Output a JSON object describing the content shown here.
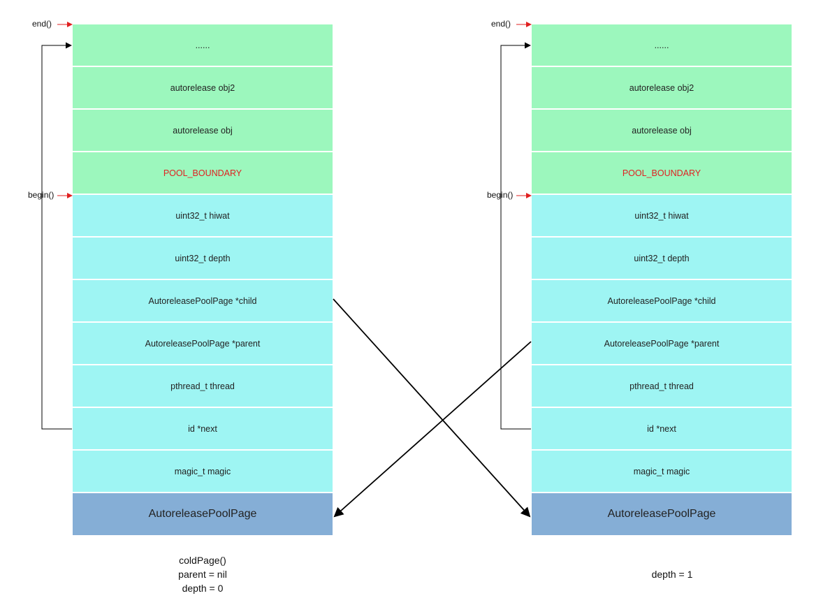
{
  "pointers": {
    "end_label": "end()",
    "begin_label": "begin()",
    "pointer_color": "#e02020"
  },
  "pages": [
    {
      "cells": [
        {
          "label": "......",
          "kind": "green"
        },
        {
          "label": "autorelease obj2",
          "kind": "green"
        },
        {
          "label": "autorelease obj",
          "kind": "green"
        },
        {
          "label": "POOL_BOUNDARY",
          "kind": "green boundary"
        },
        {
          "label": "uint32_t hiwat",
          "kind": "cyan"
        },
        {
          "label": "uint32_t depth",
          "kind": "cyan"
        },
        {
          "label": "AutoreleasePoolPage *child",
          "kind": "cyan"
        },
        {
          "label": "AutoreleasePoolPage *parent",
          "kind": "cyan"
        },
        {
          "label": "pthread_t thread",
          "kind": "cyan"
        },
        {
          "label": "id *next",
          "kind": "cyan"
        },
        {
          "label": "magic_t magic",
          "kind": "cyan"
        },
        {
          "label": "AutoreleasePoolPage",
          "kind": "blue"
        }
      ],
      "caption": [
        "coldPage()",
        "parent = nil",
        "depth = 0"
      ]
    },
    {
      "cells": [
        {
          "label": "......",
          "kind": "green"
        },
        {
          "label": "autorelease obj2",
          "kind": "green"
        },
        {
          "label": "autorelease obj",
          "kind": "green"
        },
        {
          "label": "POOL_BOUNDARY",
          "kind": "green boundary"
        },
        {
          "label": "uint32_t hiwat",
          "kind": "cyan"
        },
        {
          "label": "uint32_t depth",
          "kind": "cyan"
        },
        {
          "label": "AutoreleasePoolPage *child",
          "kind": "cyan"
        },
        {
          "label": "AutoreleasePoolPage *parent",
          "kind": "cyan"
        },
        {
          "label": "pthread_t thread",
          "kind": "cyan"
        },
        {
          "label": "id *next",
          "kind": "cyan"
        },
        {
          "label": "magic_t magic",
          "kind": "cyan"
        },
        {
          "label": "AutoreleasePoolPage",
          "kind": "blue"
        }
      ],
      "caption": [
        "depth = 1"
      ]
    }
  ],
  "colors": {
    "green": "#9cf7bd",
    "cyan": "#9ef5f3",
    "blue": "#85aed6",
    "boundary_text": "#e02020"
  }
}
